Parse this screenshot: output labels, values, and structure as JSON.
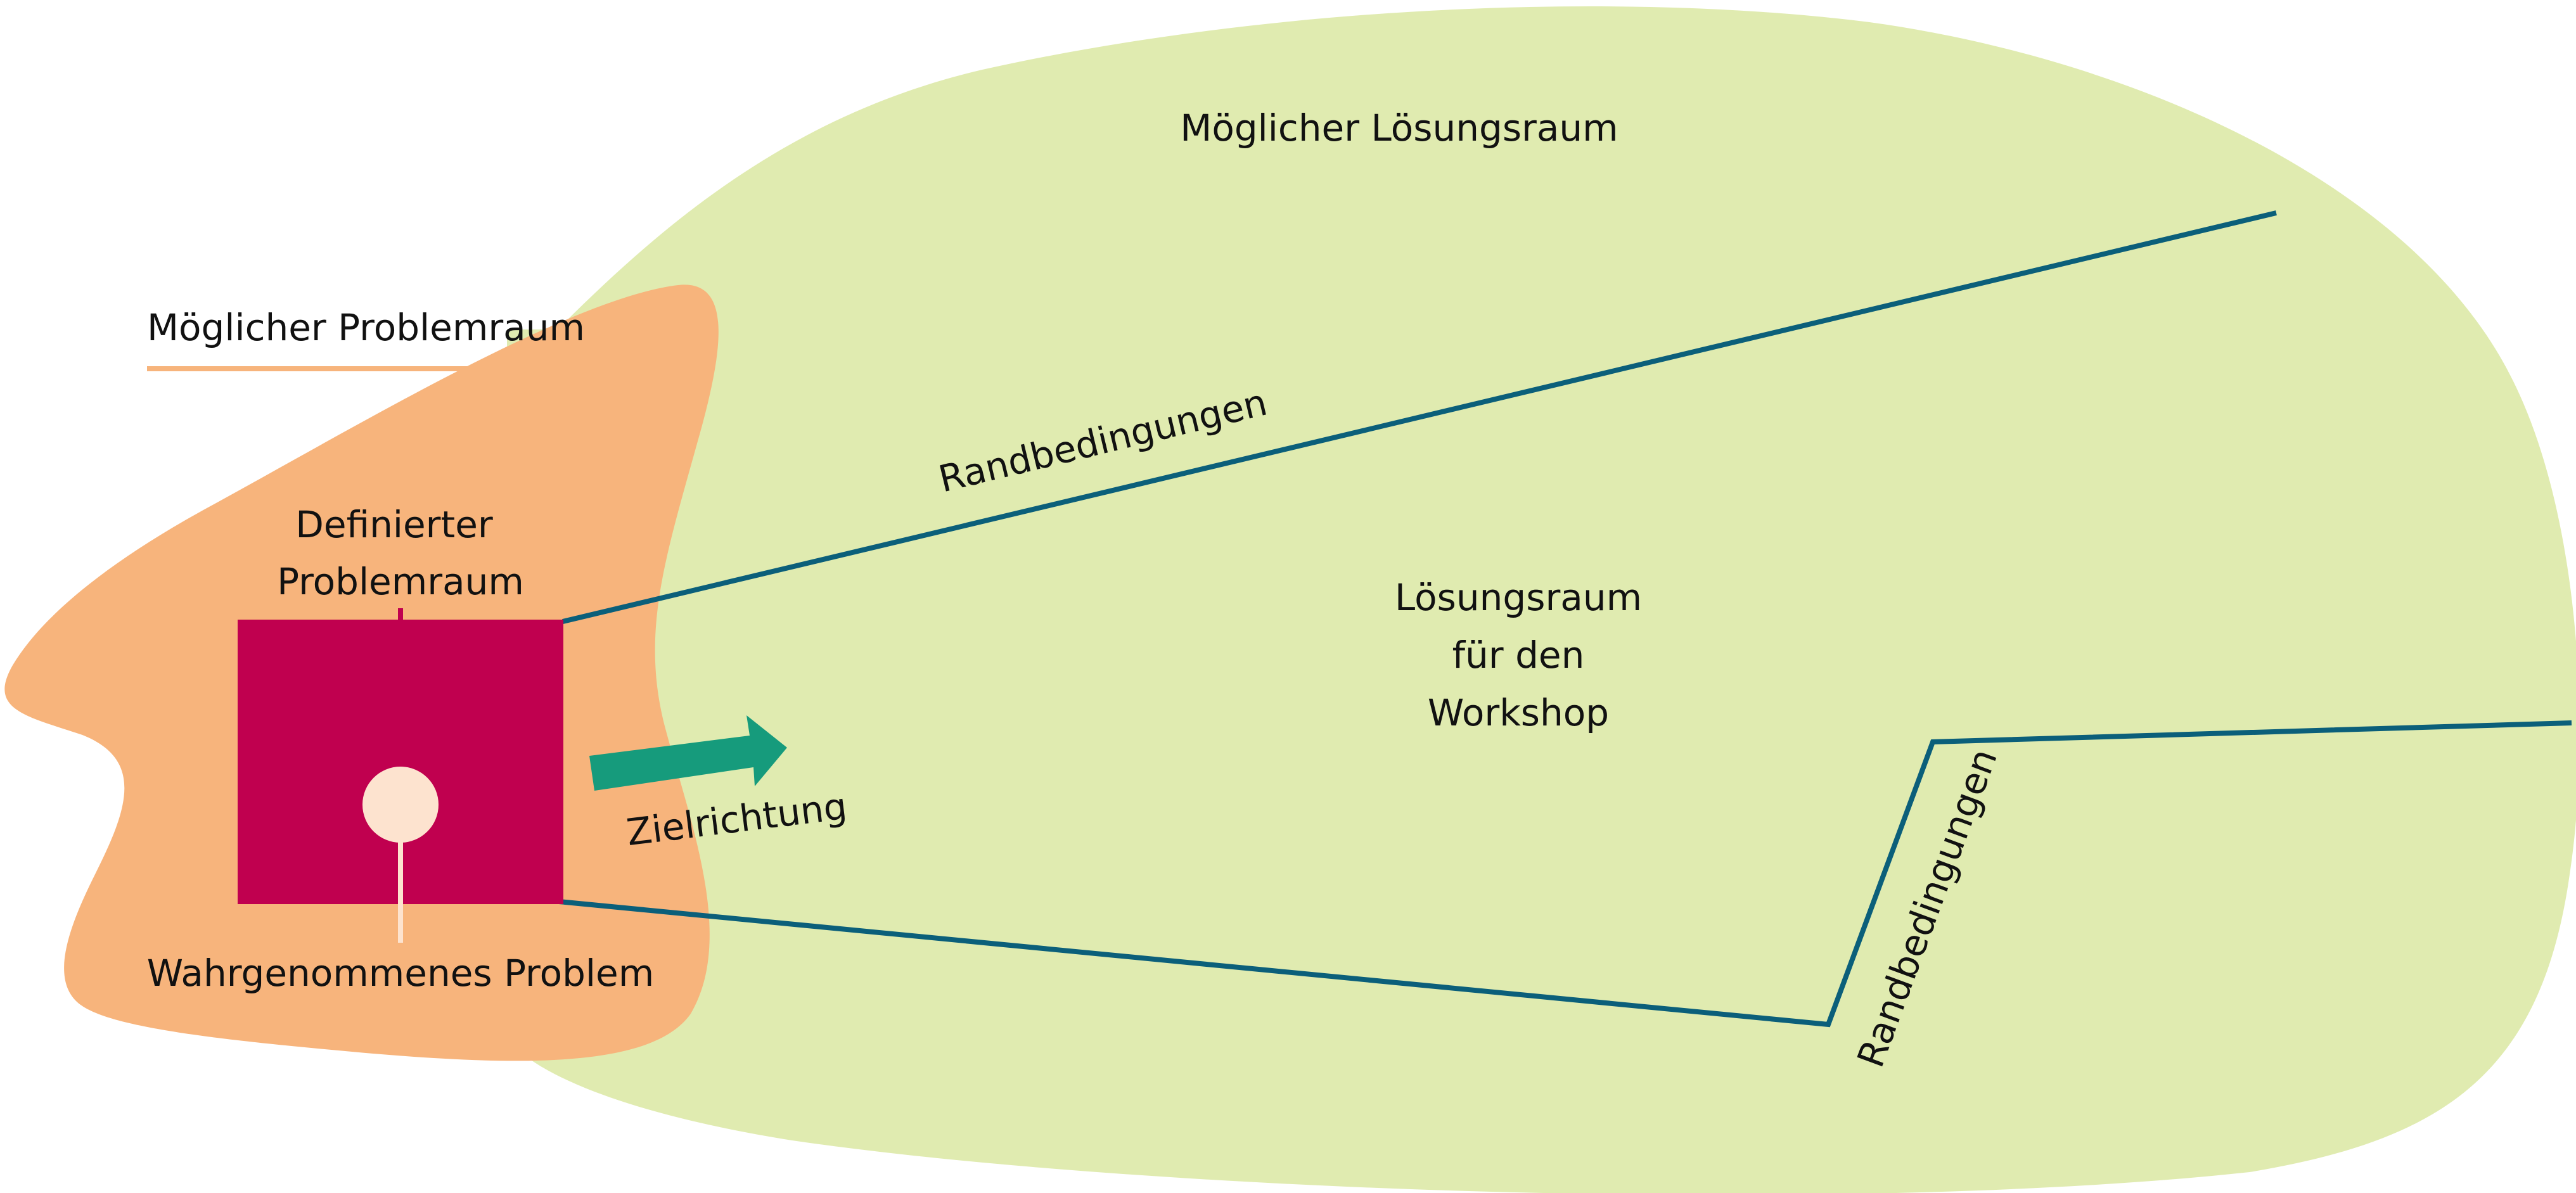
{
  "labels": {
    "possible_solution_space": "Möglicher Lösungsraum",
    "possible_problem_space": "Möglicher Problemraum",
    "defined_problem_space_line1": "Definierter",
    "defined_problem_space_line2": "Problemraum",
    "workshop_solution_space_line1": "Lösungsraum",
    "workshop_solution_space_line2": "für den",
    "workshop_solution_space_line3": "Workshop",
    "constraints_upper": "Randbedingungen",
    "constraints_lower": "Randbedingungen",
    "target_direction": "Zielrichtung",
    "perceived_problem": "Wahrgenommenes Problem"
  },
  "colors": {
    "solution_space": "#e0ebb0",
    "problem_space": "#f7b47c",
    "defined_problem": "#c0004f",
    "perceived_problem_dot": "#fde3cf",
    "boundary_lines": "#0b5f7a",
    "arrow": "#169b7c"
  }
}
